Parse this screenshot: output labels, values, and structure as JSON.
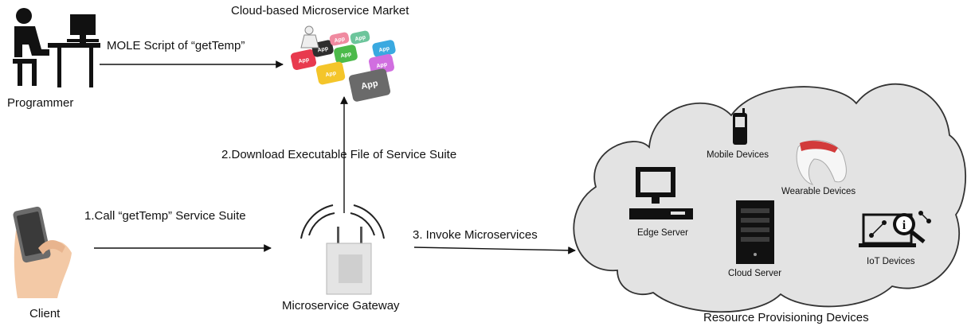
{
  "title": "Cloud-based Microservice Market",
  "programmer": {
    "label": "Programmer"
  },
  "client": {
    "label": "Client"
  },
  "gateway": {
    "label": "Microservice Gateway"
  },
  "cloud": {
    "label": "Resource Provisioning Devices",
    "devices": {
      "mobile": "Mobile Devices",
      "wearable": "Wearable Devices",
      "edge": "Edge Server",
      "cloud_server": "Cloud Server",
      "iot": "IoT Devices"
    }
  },
  "edges": {
    "mole_script": "MOLE Script of “getTemp”",
    "download": "2.Download Executable File of Service Suite",
    "call": "1.Call “getTemp” Service Suite",
    "invoke": "3. Invoke Microservices"
  },
  "app_tiles": [
    {
      "text": "App",
      "color": "#e83a4e"
    },
    {
      "text": "App",
      "color": "#2e2e2e"
    },
    {
      "text": "App",
      "color": "#4cba4a"
    },
    {
      "text": "App",
      "color": "#3aa9e0"
    },
    {
      "text": "App",
      "color": "#f4c52a"
    },
    {
      "text": "App",
      "color": "#d16ee0"
    },
    {
      "text": "App",
      "color": "#6a6a6a"
    },
    {
      "text": "App",
      "color": "#f08aa0"
    },
    {
      "text": "App",
      "color": "#6cc59b"
    }
  ]
}
